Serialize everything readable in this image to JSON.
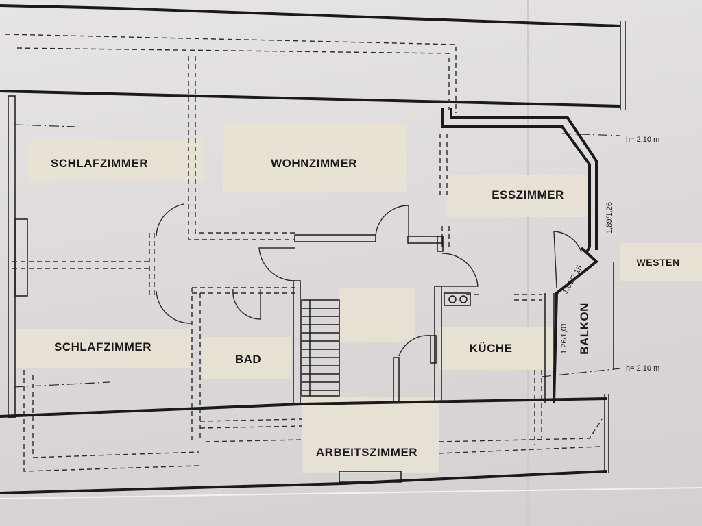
{
  "rooms": {
    "schlafzimmer_top": "SCHLAFZIMMER",
    "wohnzimmer": "WOHNZIMMER",
    "esszimmer": "ESSZIMMER",
    "westen": "WESTEN",
    "schlafzimmer_bottom": "SCHLAFZIMMER",
    "bad": "BAD",
    "kueche": "KÜCHE",
    "balkon": "BALKON",
    "arbeitszimmer": "ARBEITSZIMMER"
  },
  "dimensions": {
    "height_top": "h= 2,10  m",
    "height_bottom": "h= 2,10  m",
    "window_esszimmer": "1,89/1,26",
    "door_balkon": "1,01/2,15",
    "window_balkon": "1,26/1,01"
  },
  "colors": {
    "paper": "#e2dfe0",
    "line": "#1a1a1a",
    "tape": "#e9e3d4"
  }
}
